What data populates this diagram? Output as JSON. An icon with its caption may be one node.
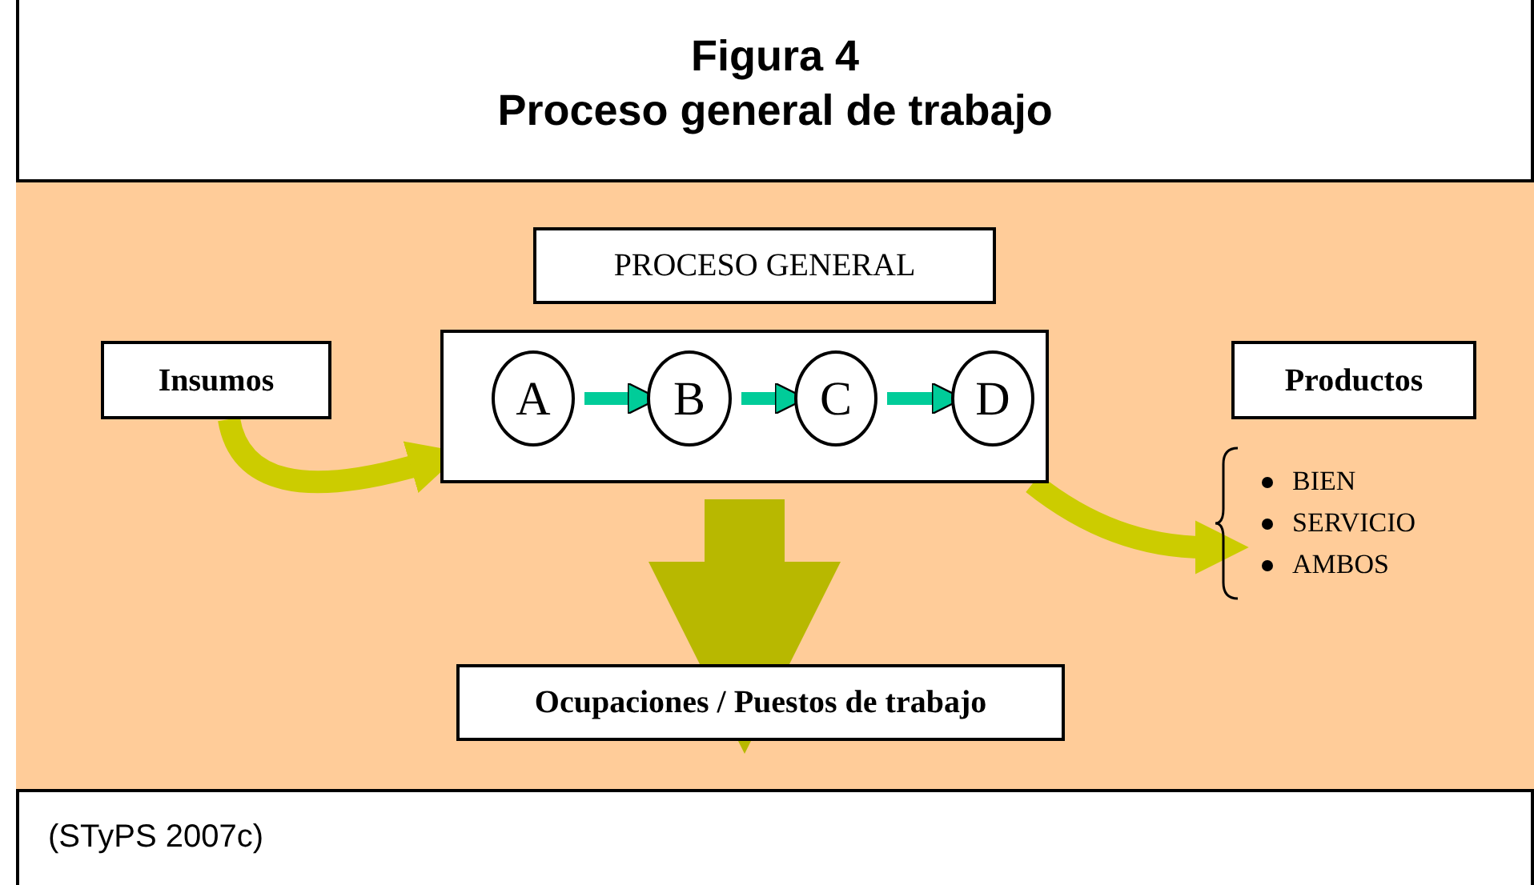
{
  "diagram": {
    "title": "Figura 4",
    "nodes": [
      {
        "text": [
          "PROCESO GENERAL"
        ]
      },
      {
        "text": [],
        "shape": "box"
      },
      {
        "text": [
          "A"
        ],
        "in": 1
      },
      {
        "text": [
          "B"
        ],
        "in": 1
      },
      {
        "text": [
          "C"
        ],
        "in": 1
      },
      {
        "text": [
          "D"
        ],
        "in": 1
      },
      {
        "text": [
          "Insumos"
        ]
      },
      {
        "text": [
          "Productos"
        ]
      },
      {
        "text": [
          "BIEN",
          "SERVICIO",
          "AMBOS"
        ]
      },
      {
        "text": [
          "Ocupaciones / Puestos de trabajo"
        ]
      }
    ],
    "edges": [
      {
        "from": 2,
        "to": 3,
        "arrow": "to",
        "color": "#00cc99"
      },
      {
        "from": 3,
        "to": 4,
        "arrow": "to",
        "color": "#00cc99"
      },
      {
        "from": 4,
        "to": 5,
        "arrow": "to",
        "color": "#00cc99"
      },
      {
        "from": 6,
        "to": 1,
        "arrow": "to",
        "color": "#cccc00"
      },
      {
        "from": 1,
        "to": 8,
        "arrow": "to",
        "color": "#cccc00"
      },
      {
        "from": 1,
        "to": 9,
        "arrow": "to",
        "style": "thick",
        "color": "#b8b800"
      }
    ],
    "labels": [
      "Proceso general de trabajo"
    ],
    "caption": "(STyPS 2007c)"
  }
}
